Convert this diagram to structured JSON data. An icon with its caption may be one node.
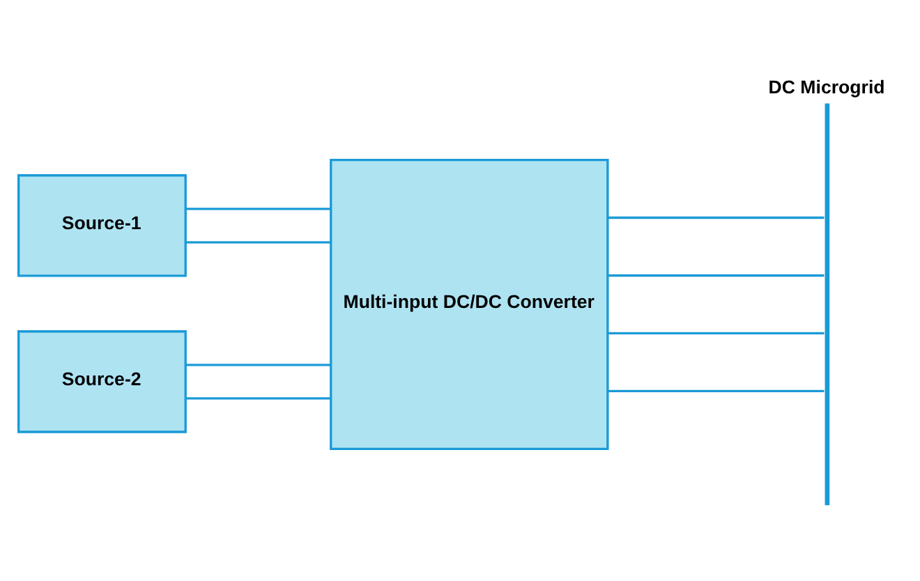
{
  "diagram": {
    "nodes": [
      {
        "text": [
          "Source-1"
        ]
      },
      {
        "text": [
          "Source-2"
        ]
      },
      {
        "text": [
          "Multi-input DC/DC Converter"
        ]
      },
      {
        "text": [
          "DC Microgrid"
        ]
      }
    ],
    "edges": [
      {
        "from": 0,
        "to": 2,
        "arrow": "none"
      },
      {
        "from": 0,
        "to": 2,
        "arrow": "none"
      },
      {
        "from": 1,
        "to": 2,
        "arrow": "none"
      },
      {
        "from": 1,
        "to": 2,
        "arrow": "none"
      },
      {
        "from": 2,
        "to": 3,
        "arrow": "none"
      },
      {
        "from": 2,
        "to": 3,
        "arrow": "none"
      },
      {
        "from": 2,
        "to": 3,
        "arrow": "none"
      },
      {
        "from": 2,
        "to": 3,
        "arrow": "none"
      }
    ]
  }
}
